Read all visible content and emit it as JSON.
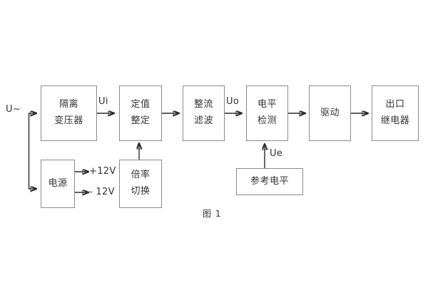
{
  "figure": {
    "caption": "图 1",
    "background_color": "#ffffff",
    "border_color": "#8a8a8a",
    "text_color": "#333333",
    "wire_color": "#2b2b2b"
  },
  "blocks": [
    {
      "id": "isolation-transformer",
      "line1": "隔离",
      "line2": "变压器"
    },
    {
      "id": "setting-adjust",
      "line1": "定值",
      "line2": "整定"
    },
    {
      "id": "rectify-filter",
      "line1": "整流",
      "line2": "滤波"
    },
    {
      "id": "level-detect",
      "line1": "电平",
      "line2": "检测"
    },
    {
      "id": "drive",
      "line1": "驱动",
      "line2": ""
    },
    {
      "id": "output-relay",
      "line1": "出口",
      "line2": "继电器"
    },
    {
      "id": "power-supply",
      "line1": "电源",
      "line2": ""
    },
    {
      "id": "multiplier-switch",
      "line1": "倍率",
      "line2": "切换"
    },
    {
      "id": "reference-level",
      "line1": "参考电平",
      "line2": ""
    }
  ],
  "signal_labels": {
    "input": "U~",
    "ui": "Ui",
    "uo": "Uo",
    "ue": "Ue",
    "plus_12v": "+12V",
    "minus_12v": "- 12V"
  }
}
